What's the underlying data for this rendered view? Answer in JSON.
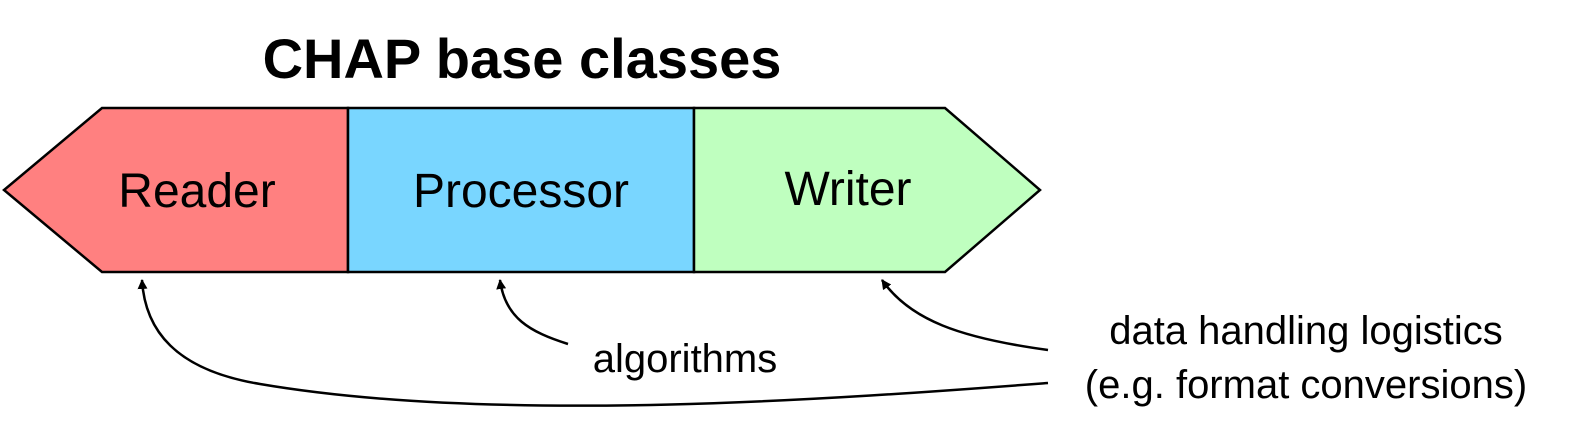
{
  "title": "CHAP base classes",
  "blocks": {
    "reader": {
      "label": "Reader",
      "color": "#ff8080"
    },
    "processor": {
      "label": "Processor",
      "color": "#79d6ff"
    },
    "writer": {
      "label": "Writer",
      "color": "#bfffbf"
    }
  },
  "annotations": {
    "algorithms": "algorithms",
    "data_handling_line1": "data handling logistics",
    "data_handling_line2": "(e.g. format conversions)"
  }
}
